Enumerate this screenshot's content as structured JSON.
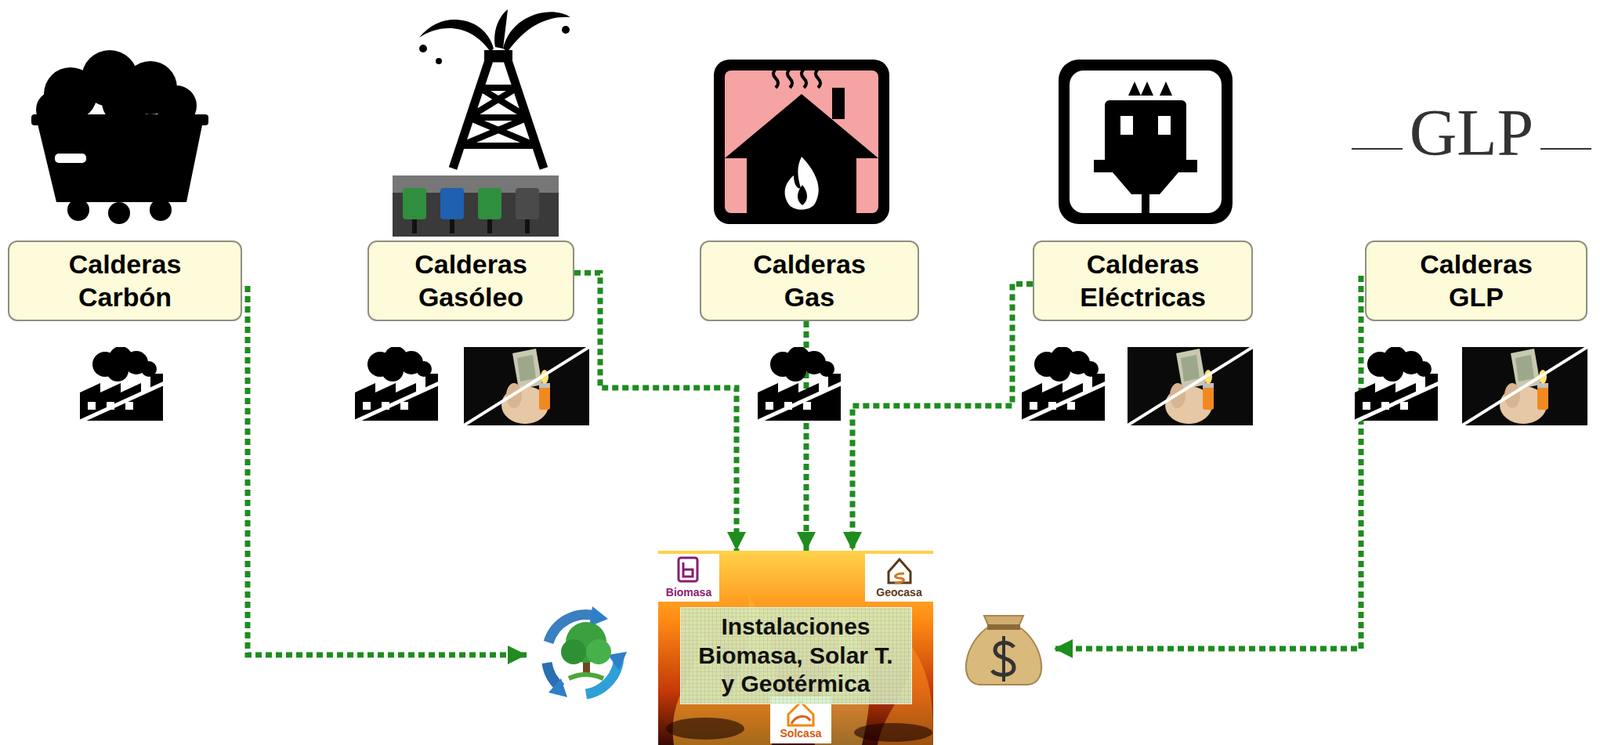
{
  "diagram": {
    "nodes": [
      {
        "text": [
          "Calderas Carbón"
        ]
      },
      {
        "text": [
          "Calderas Gasóleo"
        ]
      },
      {
        "text": [
          "Calderas Gas"
        ]
      },
      {
        "text": [
          "Calderas Eléctricas"
        ]
      },
      {
        "text": [
          "Calderas GLP"
        ]
      },
      {
        "text": [
          "Instalaciones Biomasa, Solar T. y Geotérmica"
        ]
      }
    ],
    "edges": [
      {
        "from": 1,
        "to": 5,
        "arrow": "to"
      },
      {
        "from": 2,
        "to": 5,
        "arrow": "to"
      },
      {
        "from": 3,
        "to": 5,
        "arrow": "to"
      }
    ],
    "labels": [
      "GLP",
      "Biomasa",
      "Geocasa",
      "Solcasa"
    ]
  }
}
